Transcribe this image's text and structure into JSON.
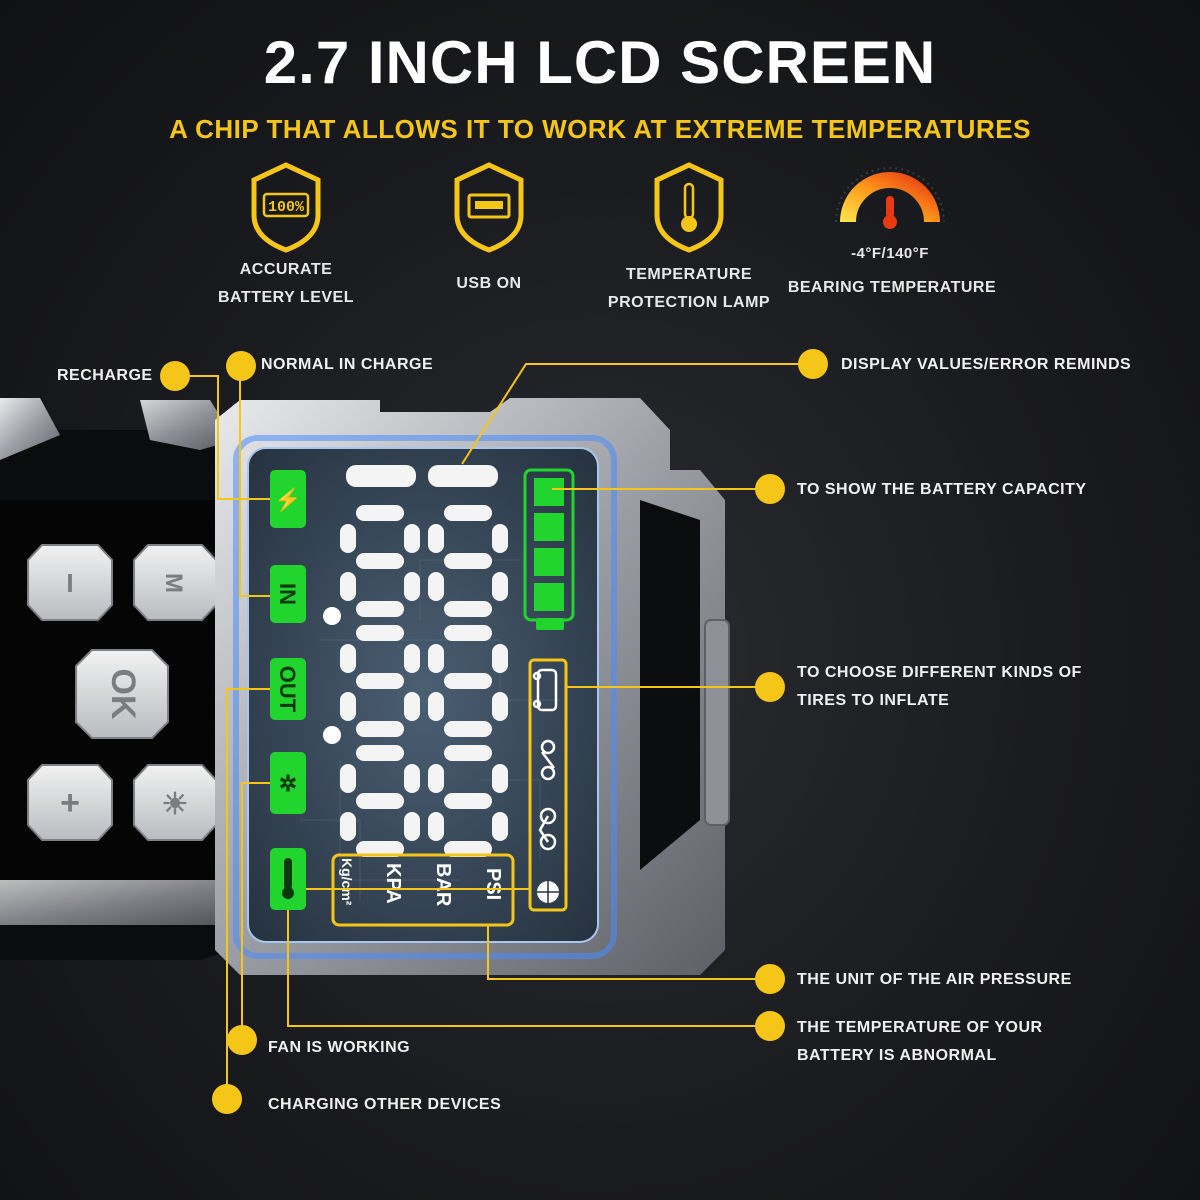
{
  "header": {
    "title": "2.7 INCH LCD SCREEN",
    "subtitle": "A CHIP THAT ALLOWS IT TO WORK AT EXTREME TEMPERATURES"
  },
  "features": [
    {
      "icon": "battery-100-shield-icon",
      "badge": "100%",
      "line1": "ACCURATE",
      "line2": "BATTERY LEVEL"
    },
    {
      "icon": "usb-shield-icon",
      "line1": "USB ON"
    },
    {
      "icon": "thermometer-shield-icon",
      "line1": "TEMPERATURE",
      "line2": "PROTECTION LAMP"
    },
    {
      "icon": "temperature-gauge-icon",
      "range": "-4°F/140°F",
      "line1": "BEARING TEMPERATURE"
    }
  ],
  "callouts": {
    "recharge": "RECHARGE",
    "normal_in_charge": "NORMAL IN CHARGE",
    "display_values": "DISPLAY VALUES/ERROR REMINDS",
    "battery_capacity": "TO SHOW THE BATTERY CAPACITY",
    "tire_kinds_1": "TO CHOOSE DIFFERENT KINDS OF",
    "tire_kinds_2": "TIRES TO INFLATE",
    "air_pressure_unit": "THE UNIT OF THE AIR PRESSURE",
    "battery_temp_1": "THE TEMPERATURE OF YOUR",
    "battery_temp_2": "BATTERY IS ABNORMAL",
    "fan_working": "FAN IS WORKING",
    "charging_devices": "CHARGING OTHER DEVICES"
  },
  "device": {
    "buttons": {
      "minus": "I",
      "mode": "M",
      "ok": "OK",
      "plus": "+",
      "light": "☀"
    },
    "lcd_icons": {
      "recharge": "⚡",
      "in": "IN",
      "out": "OUT",
      "fan": "✲",
      "temp": "🌡"
    },
    "units": {
      "psi": "PSI",
      "bar": "BAR",
      "kpa": "KPA",
      "kgcm2": "Kg/cm²"
    },
    "battery_bars": 4,
    "colors": {
      "lcd_green": "#22d42e",
      "accent_yellow": "#f5c518",
      "lcd_glow": "#4a8cff"
    }
  }
}
